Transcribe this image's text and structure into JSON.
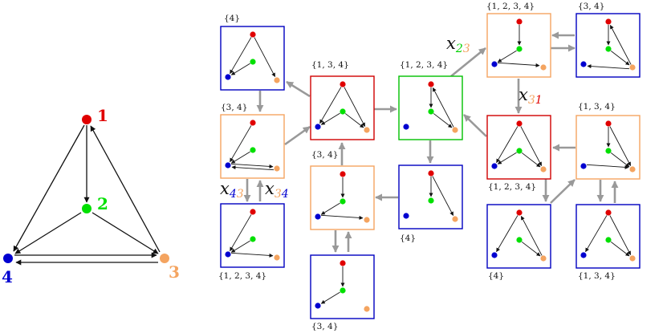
{
  "colors": {
    "node1": "#e00000",
    "node2": "#00e000",
    "node3": "#f4a460",
    "node4": "#0000d0",
    "arrow": "#999999"
  },
  "main_graph": {
    "labels": {
      "n1": "1",
      "n2": "2",
      "n3": "3",
      "n4": "4"
    }
  },
  "boxes": [
    {
      "id": "b0",
      "label": "{4}",
      "border": "#0000c0"
    },
    {
      "id": "b1",
      "label": "{3, 4}",
      "border": "#f4a460"
    },
    {
      "id": "b2",
      "label": "{1, 2, 3, 4}",
      "border": "#0000c0"
    },
    {
      "id": "b3",
      "label": "{1, 3, 4}",
      "border": "#d00000"
    },
    {
      "id": "b4",
      "label": "{3, 4}",
      "border": "#f4a460"
    },
    {
      "id": "b5",
      "label": "{3, 4}",
      "border": "#0000c0"
    },
    {
      "id": "b6",
      "label": "{1, 2, 3, 4}",
      "border": "#00c000"
    },
    {
      "id": "b7",
      "label": "{4}",
      "border": "#0000c0"
    },
    {
      "id": "b8",
      "label": "{1, 2, 3, 4}",
      "border": "#f4a460"
    },
    {
      "id": "b9",
      "label": "{3, 4}",
      "border": "#0000c0"
    },
    {
      "id": "b10",
      "label": "{1, 2, 3, 4}",
      "border": "#d00000"
    },
    {
      "id": "b11",
      "label": "{1, 3, 4}",
      "border": "#f4a460"
    },
    {
      "id": "b12",
      "label": "{4}",
      "border": "#0000c0"
    },
    {
      "id": "b13",
      "label": "{1, 3, 4}",
      "border": "#0000c0"
    }
  ],
  "edge_labels": {
    "x23": {
      "base": "x",
      "s1": "2",
      "s2": "3"
    },
    "x31": {
      "base": "x",
      "s1": "3",
      "s2": "1"
    },
    "x43": {
      "base": "x",
      "s1": "4",
      "s2": "3"
    },
    "x34": {
      "base": "x",
      "s1": "3",
      "s2": "4"
    }
  }
}
